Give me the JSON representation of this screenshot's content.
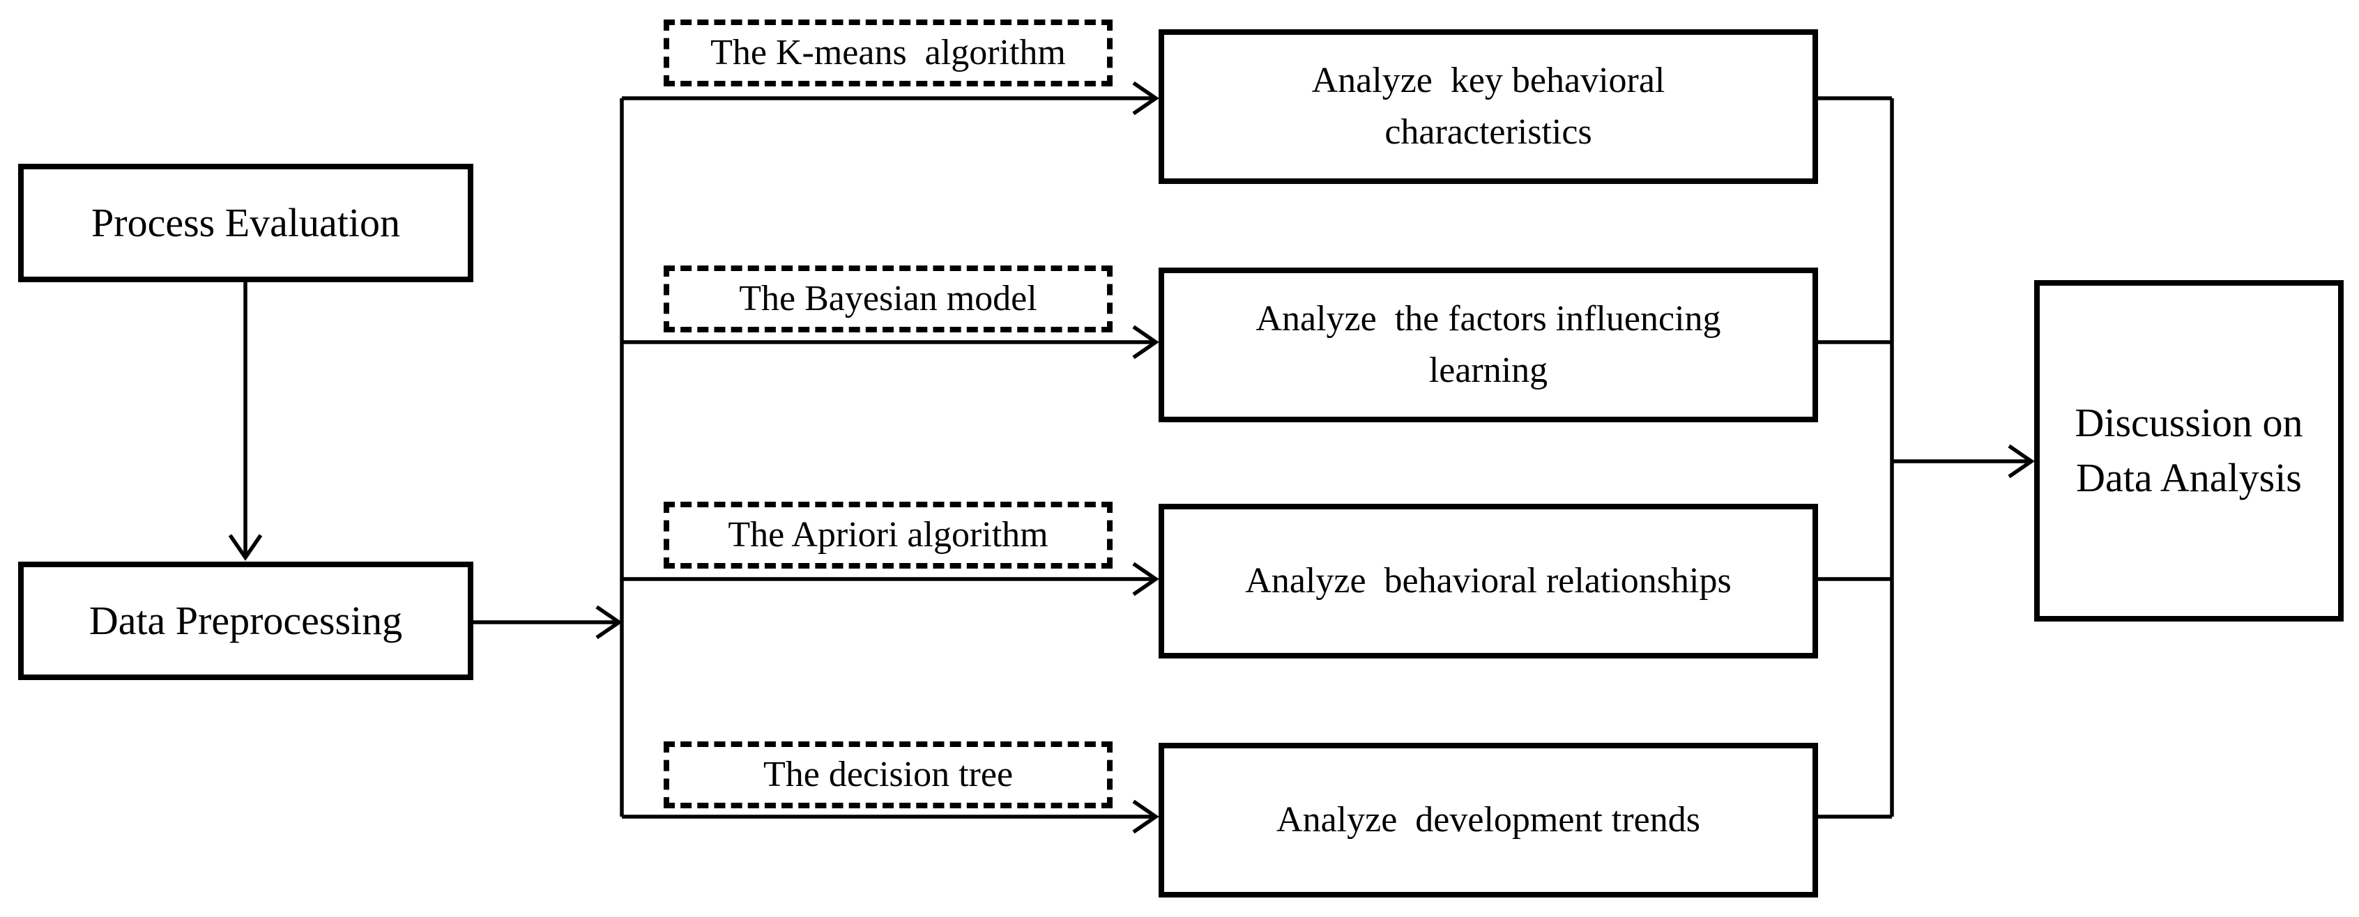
{
  "diagram": {
    "nodes": {
      "process_evaluation": "Process Evaluation",
      "data_preprocessing": "Data Preprocessing",
      "method_kmeans": "The K-means  algorithm",
      "method_bayesian": "The Bayesian model",
      "method_apriori": "The Apriori algorithm",
      "method_decision_tree": "The decision tree",
      "analysis_key_characteristics": "Analyze  key behavioral characteristics",
      "analysis_influencing_factors": "Analyze  the factors influencing learning",
      "analysis_relationships": "Analyze  behavioral relationships",
      "analysis_trends": "Analyze  development trends",
      "discussion": "Discussion on Data Analysis"
    },
    "edges": [
      {
        "from": "process_evaluation",
        "to": "data_preprocessing"
      },
      {
        "from": "data_preprocessing",
        "to": "analysis_key_characteristics",
        "label": "method_kmeans"
      },
      {
        "from": "data_preprocessing",
        "to": "analysis_influencing_factors",
        "label": "method_bayesian"
      },
      {
        "from": "data_preprocessing",
        "to": "analysis_relationships",
        "label": "method_apriori"
      },
      {
        "from": "data_preprocessing",
        "to": "analysis_trends",
        "label": "method_decision_tree"
      },
      {
        "from": "analysis_key_characteristics",
        "to": "discussion"
      },
      {
        "from": "analysis_influencing_factors",
        "to": "discussion"
      },
      {
        "from": "analysis_relationships",
        "to": "discussion"
      },
      {
        "from": "analysis_trends",
        "to": "discussion"
      }
    ]
  }
}
